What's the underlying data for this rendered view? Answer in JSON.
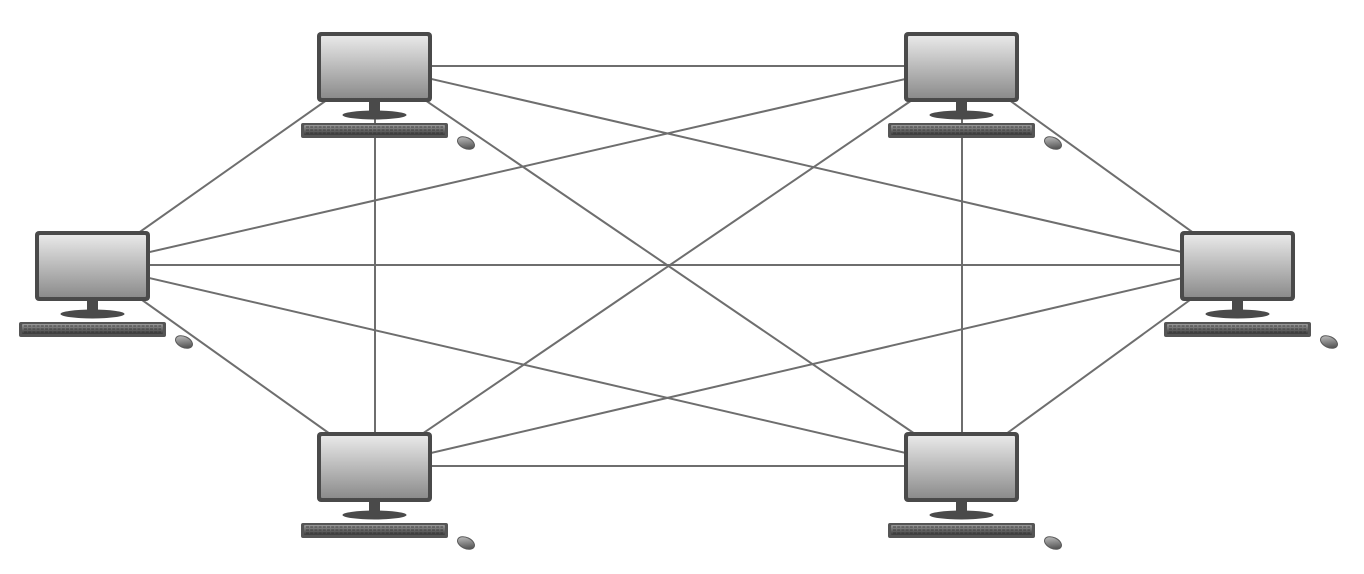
{
  "diagram": {
    "topology": "full-mesh",
    "node_icon": "desktop-computer-icon",
    "nodes": [
      {
        "id": "computer-top-left"
      },
      {
        "id": "computer-top-right"
      },
      {
        "id": "computer-left"
      },
      {
        "id": "computer-right"
      },
      {
        "id": "computer-bottom-left"
      },
      {
        "id": "computer-bottom-right"
      }
    ],
    "colors": {
      "background": "#ffffff",
      "link": "#6e6e6e",
      "monitor_frame": "#4a4a4a",
      "screen_light": "#e8e8e8",
      "screen_dark": "#8c8c8c",
      "keyboard": "#555555",
      "mouse": "#5a5a5a"
    }
  }
}
